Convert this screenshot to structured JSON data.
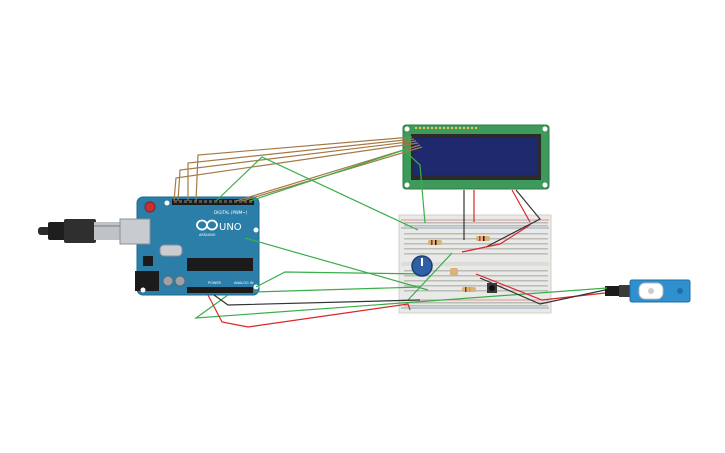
{
  "arduino": {
    "brand": "ARDUINO",
    "model": "UNO",
    "digital_label": "DIGITAL (PWM~)",
    "power_label": "POWER",
    "analog_label": "ANALOG IN"
  },
  "components": {
    "usb_cable": "usb-cable-icon",
    "lcd": "lcd-16x2-icon",
    "breadboard": "breadboard-icon",
    "potentiometer": "potentiometer-icon",
    "resistor": "resistor-icon",
    "pushbutton": "pushbutton-icon",
    "servo": "servo-motor-icon"
  },
  "colors": {
    "arduino_board": "#2a7ea8",
    "lcd_pcb": "#3e9a5a",
    "lcd_screen": "#1f2a6e",
    "breadboard": "#e9e9e7",
    "servo_body": "#2f8fcf",
    "wire_green": "#3aae49",
    "wire_brown": "#a37a45",
    "wire_red": "#d9262b",
    "wire_black": "#333333"
  }
}
